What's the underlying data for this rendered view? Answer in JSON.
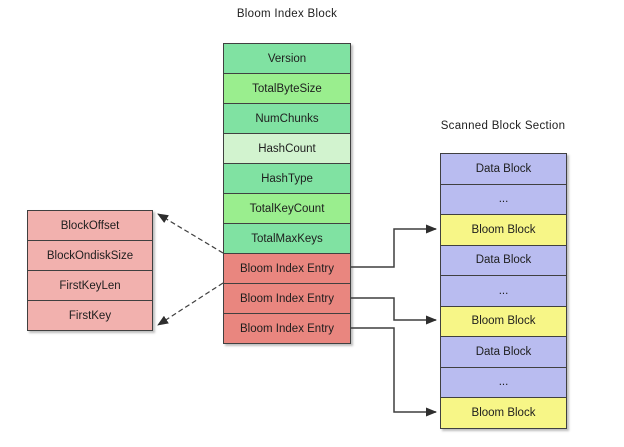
{
  "diagram": {
    "bloom_index_block": {
      "title": "Bloom Index Block",
      "blocks": [
        {
          "label": "Version",
          "color": "#80E2A2"
        },
        {
          "label": "TotalByteSize",
          "color": "#9AEE8E"
        },
        {
          "label": "NumChunks",
          "color": "#80E2A2"
        },
        {
          "label": "HashCount",
          "color": "#D2F3CF"
        },
        {
          "label": "HashType",
          "color": "#80E2A2"
        },
        {
          "label": "TotalKeyCount",
          "color": "#9AEE8E"
        },
        {
          "label": "TotalMaxKeys",
          "color": "#80E2A2"
        },
        {
          "label": "Bloom Index Entry",
          "color": "#E9867F"
        },
        {
          "label": "Bloom Index Entry",
          "color": "#E9867F"
        },
        {
          "label": "Bloom Index Entry",
          "color": "#E9867F"
        }
      ]
    },
    "entry_detail": {
      "blocks": [
        {
          "label": "BlockOffset",
          "color": "#F2B1AE"
        },
        {
          "label": "BlockOndiskSize",
          "color": "#F2B1AE"
        },
        {
          "label": "FirstKeyLen",
          "color": "#F2B1AE"
        },
        {
          "label": "FirstKey",
          "color": "#F2B1AE"
        }
      ]
    },
    "scanned_block_section": {
      "title": "Scanned Block Section",
      "blocks": [
        {
          "label": "Data Block",
          "color": "#B9BCF0"
        },
        {
          "label": "...",
          "color": "#B9BCF0"
        },
        {
          "label": "Bloom Block",
          "color": "#F7F687"
        },
        {
          "label": "Data Block",
          "color": "#B9BCF0"
        },
        {
          "label": "...",
          "color": "#B9BCF0"
        },
        {
          "label": "Bloom Block",
          "color": "#F7F687"
        },
        {
          "label": "Data Block",
          "color": "#B9BCF0"
        },
        {
          "label": "...",
          "color": "#B9BCF0"
        },
        {
          "label": "Bloom Block",
          "color": "#F7F687"
        }
      ]
    },
    "arrows": {
      "solid": [
        {
          "from": "Bloom Index Entry 1",
          "to": "Bloom Block 1"
        },
        {
          "from": "Bloom Index Entry 2",
          "to": "Bloom Block 2"
        },
        {
          "from": "Bloom Index Entry 3",
          "to": "Bloom Block 3"
        }
      ],
      "dashed": [
        {
          "from": "Bloom Index Entry 1 top edge",
          "to": "BlockOffset top-right corner"
        },
        {
          "from": "Bloom Index Entry 1 bottom edge",
          "to": "FirstKey bottom-right corner"
        }
      ]
    },
    "colors": {
      "border": "#404040",
      "arrow": "#3F3F3F",
      "text": "#1E1E1E",
      "background": "#FFFFFF"
    }
  }
}
